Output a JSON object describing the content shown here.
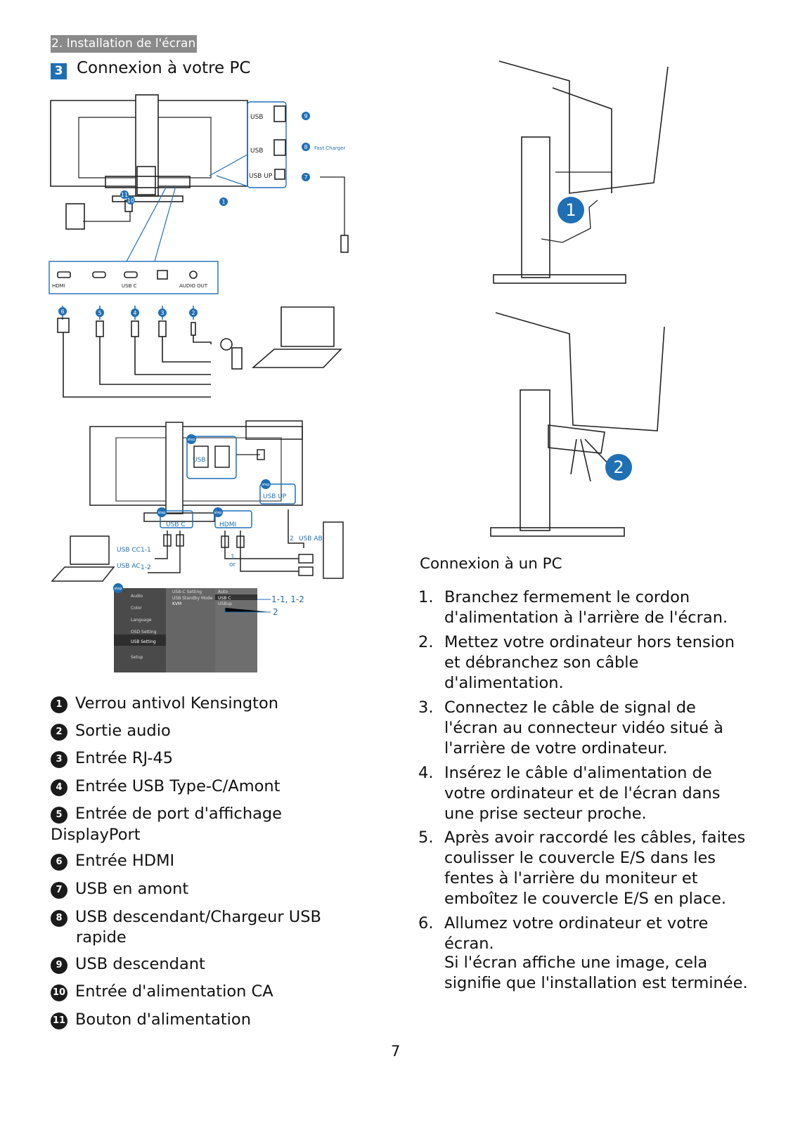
{
  "section": "2. Installation de l'écran",
  "heading": {
    "number": "3",
    "title": "Connexion à votre PC"
  },
  "diagram_labels": {
    "usb": "USB",
    "usb_up": "USB UP",
    "fast_charger": "Fast Charger",
    "hdmi": "HDMI",
    "usbc": "USB C",
    "audio_out": "AUDIO OUT",
    "callouts": [
      "1",
      "2",
      "3",
      "4",
      "5",
      "6",
      "7",
      "8",
      "9",
      "10",
      "11"
    ],
    "usb2": "USB",
    "usb_up2": "USB UP",
    "usb_c2": "USB C",
    "hdmi2": "HDMI",
    "step": "step",
    "usb_cc": "USB CC",
    "usb_cc_val": "1-1",
    "usb_ac": "USB AC",
    "usb_ac_val": "1-2",
    "usb_ab": "USB AB",
    "usb_ab_num": "2",
    "one": "1",
    "or": "or",
    "osd_label_1": "1-1, 1-2",
    "osd_label_2": "2",
    "osd_menu": [
      "Audio",
      "Color",
      "Language",
      "OSD Setting",
      "USB Setting",
      "Setup"
    ],
    "osd_col2": [
      "USB-C Setting",
      "USB Standby Mode",
      "KVM"
    ],
    "osd_col3": [
      "Auto",
      "USB C",
      "USBup"
    ]
  },
  "legend": [
    {
      "num": "1",
      "label": "Verrou antivol Kensington"
    },
    {
      "num": "2",
      "label": "Sortie audio"
    },
    {
      "num": "3",
      "label": "Entrée RJ-45"
    },
    {
      "num": "4",
      "label": "Entrée USB Type-C/Amont"
    },
    {
      "num": "5",
      "label": "Entrée de port d'affichage",
      "label_cont": "DisplayPort"
    },
    {
      "num": "6",
      "label": "Entrée HDMI"
    },
    {
      "num": "7",
      "label": "USB en amont"
    },
    {
      "num": "8",
      "label": "USB descendant/Chargeur USB",
      "label_cont": "rapide"
    },
    {
      "num": "9",
      "label": "USB descendant"
    },
    {
      "num": "10",
      "label": "Entrée d'alimentation CA"
    },
    {
      "num": "11",
      "label": "Bouton d'alimentation"
    }
  ],
  "right_badges": [
    "1",
    "2"
  ],
  "pc_section_title": "Connexion à un PC",
  "steps": [
    {
      "n": "1.",
      "text": "Branchez fermement le cordon d'alimentation à l'arrière de l'écran."
    },
    {
      "n": "2.",
      "text": "Mettez votre ordinateur hors tension et débranchez son câble d'alimentation."
    },
    {
      "n": "3.",
      "text": "Connectez le câble de signal de l'écran au connecteur vidéo situé à l'arrière de votre ordinateur."
    },
    {
      "n": "4.",
      "text": "Insérez le câble d'alimentation de votre ordinateur et de l'écran dans une prise secteur proche."
    },
    {
      "n": "5.",
      "text": "Après avoir raccordé les câbles, faites coulisser le couvercle E/S dans les fentes à l'arrière du moniteur et emboîtez le couvercle E/S en place."
    },
    {
      "n": "6.",
      "text": "Allumez votre ordinateur et votre écran.",
      "text2": "Si l'écran affiche une image, cela signifie que l'installation est terminée."
    }
  ],
  "page_number": "7",
  "colors": {
    "accent": "#1f6fb5",
    "tag_bg": "#8a8a8a",
    "osd_bg": "#5a5a5a"
  }
}
